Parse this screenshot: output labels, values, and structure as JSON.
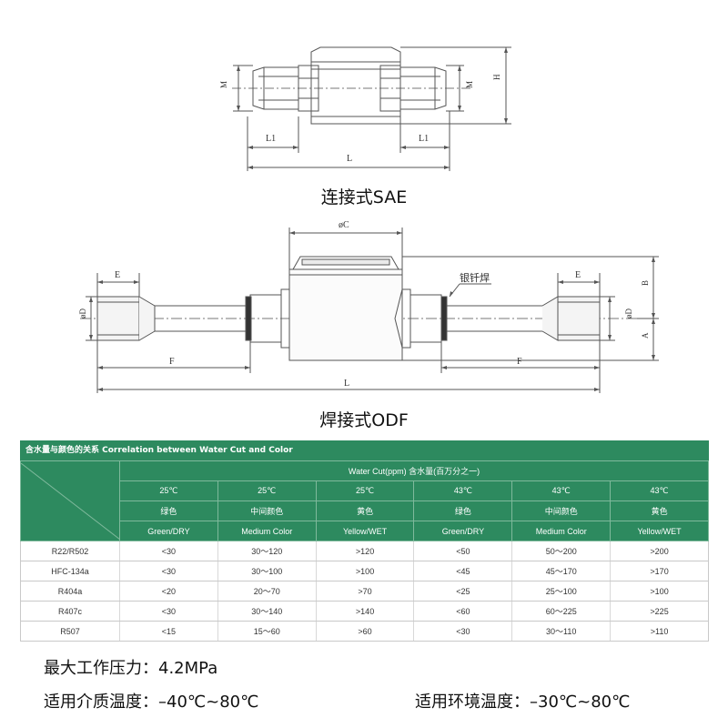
{
  "sae": {
    "caption": "连接式SAE",
    "labels": {
      "m_left": "M",
      "m_right": "M",
      "h": "H",
      "l1_left": "L1",
      "l1_right": "L1",
      "l": "L"
    }
  },
  "odf": {
    "caption": "焊接式ODF",
    "labels": {
      "c": "øC",
      "e_left": "E",
      "e_right": "E",
      "d_left": "øD",
      "d_right": "øD",
      "solder": "银钎焊",
      "b": "B",
      "a": "A",
      "f_left": "F",
      "f_right": "F",
      "l": "L"
    }
  },
  "table": {
    "title": "含水量与颜色的关系 Correlation between Water Cut and Color",
    "water_cut_header": "Water Cut(ppm) 含水量(百万分之一)",
    "columns": [
      {
        "temp": "25℃",
        "color_cn": "绿色",
        "color_en": "Green/DRY"
      },
      {
        "temp": "25℃",
        "color_cn": "中间颜色",
        "color_en": "Medium Color"
      },
      {
        "temp": "25℃",
        "color_cn": "黄色",
        "color_en": "Yellow/WET"
      },
      {
        "temp": "43℃",
        "color_cn": "绿色",
        "color_en": "Green/DRY"
      },
      {
        "temp": "43℃",
        "color_cn": "中间颜色",
        "color_en": "Medium Color"
      },
      {
        "temp": "43℃",
        "color_cn": "黄色",
        "color_en": "Yellow/WET"
      }
    ],
    "rows": [
      {
        "refrigerant": "R22/R502",
        "values": [
          "<30",
          "30～120",
          ">120",
          "<50",
          "50～200",
          ">200"
        ]
      },
      {
        "refrigerant": "HFC-134a",
        "values": [
          "<30",
          "30～100",
          ">100",
          "<45",
          "45～170",
          ">170"
        ]
      },
      {
        "refrigerant": "R404a",
        "values": [
          "<20",
          "20～70",
          ">70",
          "<25",
          "25～100",
          ">100"
        ]
      },
      {
        "refrigerant": "R407c",
        "values": [
          "<30",
          "30～140",
          ">140",
          "<60",
          "60～225",
          ">225"
        ]
      },
      {
        "refrigerant": "R507",
        "values": [
          "<15",
          "15～60",
          ">60",
          "<30",
          "30～110",
          ">110"
        ]
      }
    ]
  },
  "specs": {
    "pressure": "最大工作压力：4.2MPa",
    "medium_temp": "适用介质温度：–40℃~80℃",
    "ambient_temp": "适用环境温度：–30℃~80℃"
  },
  "colors": {
    "header_green": "#2d8a5f"
  }
}
